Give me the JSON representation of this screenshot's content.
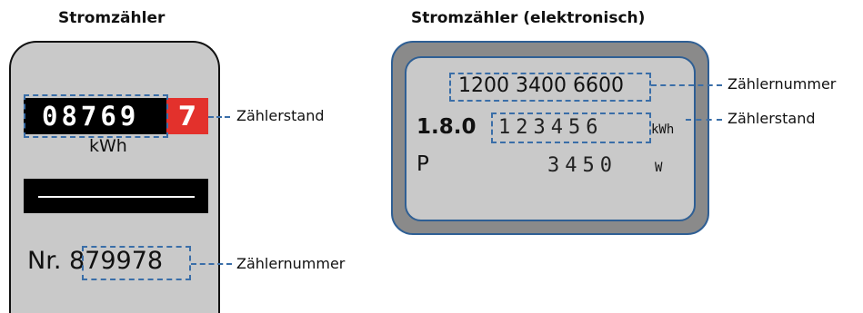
{
  "mechanical": {
    "title": "Stromzähler",
    "counter_digits": "08769",
    "counter_last_digit": "7",
    "unit": "kWh",
    "nr_prefix": "Nr.",
    "nr_value": "879978",
    "callout_reading": "Zählerstand",
    "callout_number": "Zählernummer"
  },
  "electronic": {
    "title": "Stromzähler (elektronisch)",
    "meter_number": "1200 3400 6600",
    "obis_code": "1.8.0",
    "reading": "123456",
    "reading_unit": "kWh",
    "power_label": "P",
    "power_value": "3450",
    "power_unit": "W",
    "callout_number": "Zählernummer",
    "callout_reading": "Zählerstand"
  },
  "colors": {
    "callout_blue": "#3a6ea8",
    "counter_red": "#e3312c",
    "meter_gray": "#c9c9c9"
  }
}
